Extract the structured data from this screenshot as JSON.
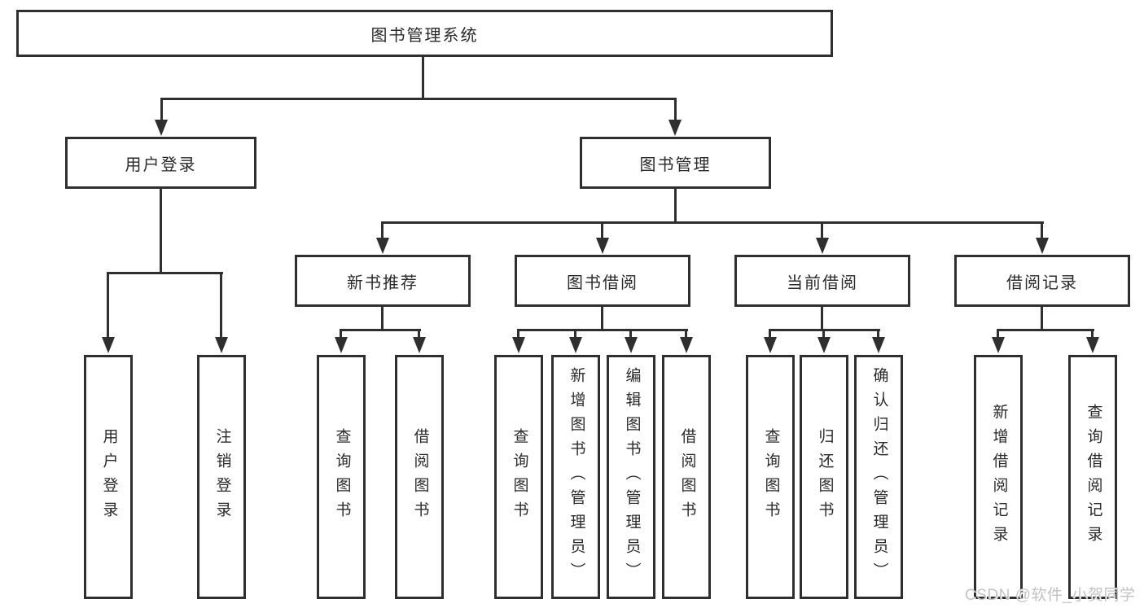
{
  "tree": {
    "label": "图书管理系统",
    "children": [
      {
        "label": "用户登录",
        "children": [
          {
            "label": "用户登录"
          },
          {
            "label": "注销登录"
          }
        ]
      },
      {
        "label": "图书管理",
        "children": [
          {
            "label": "新书推荐",
            "children": [
              {
                "label": "查询图书"
              },
              {
                "label": "借阅图书"
              }
            ]
          },
          {
            "label": "图书借阅",
            "children": [
              {
                "label": "查询图书"
              },
              {
                "label": "新增图书（管理员）"
              },
              {
                "label": "编辑图书（管理员）"
              },
              {
                "label": "借阅图书"
              }
            ]
          },
          {
            "label": "当前借阅",
            "children": [
              {
                "label": "查询图书"
              },
              {
                "label": "归还图书"
              },
              {
                "label": "确认归还（管理员）"
              }
            ]
          },
          {
            "label": "借阅记录",
            "children": [
              {
                "label": "新增借阅记录"
              },
              {
                "label": "查询借阅记录"
              }
            ]
          }
        ]
      }
    ]
  },
  "watermark": "CSDN @软件_小贺同学",
  "colors": {
    "line": "#2f2f2f",
    "text": "#2a2a2a",
    "background": "#ffffff",
    "watermark": "#c3c3c3"
  }
}
